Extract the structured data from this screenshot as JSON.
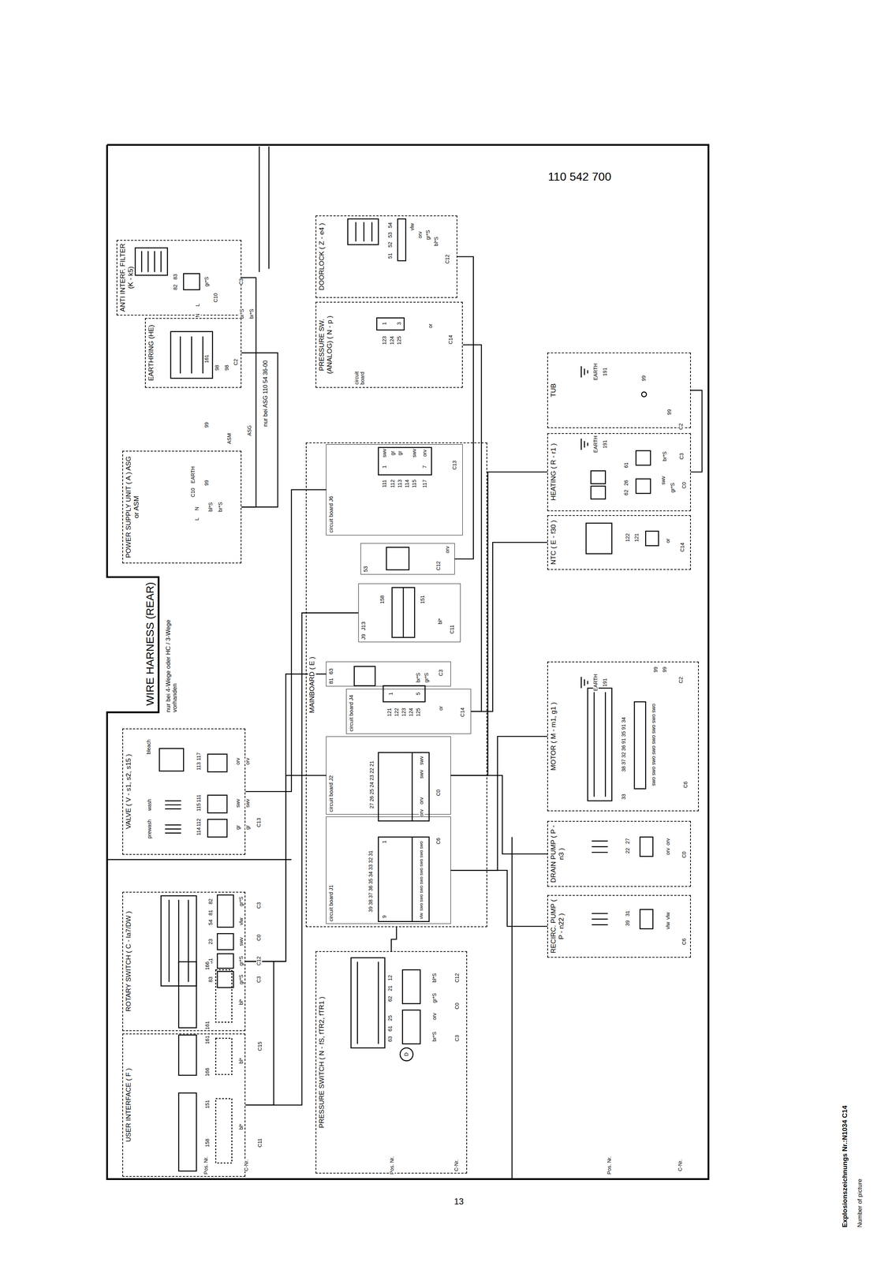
{
  "diagram": {
    "title": "WIRE HARNESS (REAR)",
    "nodes": [
      {
        "text": [
          "USER INTERFACE ( F )"
        ]
      },
      {
        "text": [
          "ROTARY SWITCH ( C - la7/DW )"
        ]
      },
      {
        "text": [
          "VALVE ( V - s1, s2, s15 )"
        ]
      },
      {
        "text": [
          "POWER SUPPLY UNIT ( A ) ASG or ASM"
        ]
      },
      {
        "text": [
          "EARTHRING (HE)"
        ]
      },
      {
        "text": [
          "ANTI INTERF. FILTER (K - k5)"
        ]
      },
      {
        "text": [
          "PRESSURE SWITCH ( N - fS, fTR2, fTR1 )"
        ]
      },
      {
        "text": [
          "MAINBOARD ( E )"
        ]
      },
      {
        "text": [
          "circuit board J1"
        ],
        "in": 7
      },
      {
        "text": [
          "circuit board J2"
        ],
        "in": 7
      },
      {
        "text": [
          "circuit board J4"
        ],
        "in": 7
      },
      {
        "text": [
          "81",
          "63"
        ],
        "in": 7
      },
      {
        "text": [
          "J9",
          "J13"
        ],
        "in": 7
      },
      {
        "text": [
          "53"
        ],
        "in": 7
      },
      {
        "text": [
          "circuit board J6"
        ],
        "in": 7
      },
      {
        "text": [
          "PRESSURE SW. (ANALOG) ( N - p )"
        ]
      },
      {
        "text": [
          "DOORLOCK ( Z - e4 )"
        ]
      },
      {
        "text": [
          "RECIRC. PUMP ( P - n22 )"
        ]
      },
      {
        "text": [
          "DRAIN PUMP ( P - n3 )"
        ]
      },
      {
        "text": [
          "MOTOR ( M - m1, g1 )"
        ]
      },
      {
        "text": [
          "NTC ( E - f30 )"
        ]
      },
      {
        "text": [
          "HEATING ( R - r1 )"
        ]
      },
      {
        "text": [
          "TUB"
        ]
      }
    ],
    "edges": [
      {
        "from": 0,
        "to": 12,
        "arrow": "none"
      },
      {
        "from": 1,
        "to": 0,
        "arrow": "none"
      },
      {
        "from": 1,
        "to": 11,
        "arrow": "none"
      },
      {
        "from": 1,
        "to": 9,
        "arrow": "none"
      },
      {
        "from": 2,
        "to": 14,
        "arrow": "none"
      },
      {
        "from": 5,
        "to": 3,
        "arrow": "none"
      },
      {
        "from": 4,
        "to": 3,
        "arrow": "none"
      },
      {
        "from": 6,
        "to": 7,
        "arrow": "none"
      },
      {
        "from": 16,
        "to": 13,
        "arrow": "none"
      },
      {
        "from": 15,
        "to": 10,
        "arrow": "none"
      },
      {
        "from": 21,
        "to": 9,
        "arrow": "none"
      },
      {
        "from": 20,
        "to": 10,
        "arrow": "none"
      },
      {
        "from": 19,
        "to": 8,
        "arrow": "none"
      },
      {
        "from": 18,
        "to": 9,
        "arrow": "none"
      },
      {
        "from": 17,
        "to": 8,
        "arrow": "none"
      },
      {
        "from": 22,
        "to": 21,
        "arrow": "none"
      }
    ],
    "labels": [
      "110 542 700",
      "nur bei 4-Wege oder HC / 3-Wege vorhanden",
      "nur bei ASG 110 54 36-00",
      "ASM",
      "ASG",
      "99",
      "EARTH",
      "99",
      "C10",
      "L",
      "N",
      "bl*S",
      "br*S",
      "161",
      "98",
      "98",
      "C2",
      "82",
      "83",
      "gr*S",
      "C3",
      "N",
      "L",
      "C10",
      "br*S",
      "br*S",
      "bleach",
      "prewash",
      "wash",
      "113",
      "117",
      "115",
      "111",
      "114",
      "112",
      "orv",
      "orv",
      "swv",
      "swv",
      "gr",
      "gr",
      "C13",
      "83",
      "51",
      "23",
      "54",
      "81",
      "82",
      "gr*S",
      "gr*S",
      "swv",
      "vlw",
      "gr*S",
      "C3",
      "C12",
      "C0",
      "C3",
      "166",
      "161",
      "bl*",
      "161",
      "166",
      "bl*",
      "C15",
      "151",
      "158",
      "bl*",
      "C11",
      "Pos. Nr.",
      "C-Nr.",
      "12",
      "21",
      "62",
      "25",
      "61",
      "63",
      "bl*S",
      "gr*S",
      "orv",
      "br*S",
      "C12",
      "C0",
      "C3",
      "D",
      "Pos. Nr.",
      "C-Nr.",
      "39 38 37 36 35 34 33 32 31",
      "1",
      "9",
      "swo",
      "swo",
      "swo",
      "swo",
      "swo",
      "swo",
      "swo",
      "swo",
      "vlw",
      "C6",
      "27 26 25 24 23 22 21",
      "swv",
      "swv",
      "orv",
      "orv",
      "C0",
      "121",
      "122",
      "123",
      "124",
      "125",
      "1",
      "5",
      "or",
      "C14",
      "br*S",
      "gr*S",
      "C3",
      "158",
      "151",
      "bl*",
      "C11",
      "C12",
      "orv",
      "111",
      "112",
      "113",
      "114",
      "115",
      "117",
      "1",
      "7",
      "swv",
      "gr",
      "gr",
      "swv",
      "orv",
      "C13",
      "circuit board",
      "123",
      "124",
      "125",
      "1",
      "3",
      "or",
      "C14",
      "51",
      "52",
      "53",
      "54",
      "vlw",
      "orv",
      "gr*S",
      "bl*S",
      "C12",
      "EARTH",
      "191",
      "99",
      "99",
      "C2",
      "EARTH",
      "191",
      "61",
      "62",
      "26",
      "br*S",
      "swv",
      "gr*S",
      "C3",
      "C0",
      "122",
      "121",
      "or",
      "C14",
      "EARTH",
      "191",
      "99",
      "99",
      "C2",
      "33",
      "38 37 32 36 91 35 91 34",
      "swo",
      "swo",
      "swo",
      "swo",
      "swo",
      "swo",
      "swo",
      "swo",
      "C6",
      "27",
      "22",
      "orv",
      "orv",
      "C0",
      "31",
      "39",
      "vlw",
      "vlw",
      "C6",
      "Pos. Nr.",
      "C-Nr.",
      "13",
      "Explosionszeichnungs Nr.:N1034 C14",
      "Number of picture"
    ]
  }
}
